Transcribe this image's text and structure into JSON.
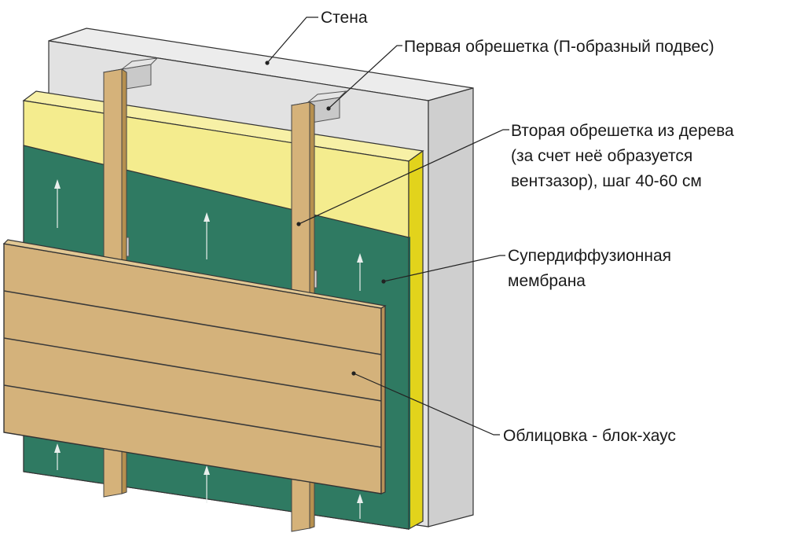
{
  "diagram": {
    "labels": {
      "wall": "Стена",
      "first_battens": "Первая обрешетка (П-образный подвес)",
      "second_battens_line1": "Вторая обрешетка из дерева",
      "second_battens_line2": "(за счет неё образуется",
      "second_battens_line3": "вентзазор), шаг 40-60 см",
      "membrane_line1": "Супердиффузионная",
      "membrane_line2": "мембрана",
      "cladding": "Облицовка - блок-хаус"
    },
    "colors": {
      "wall_face": "#e2e2e2",
      "wall_top": "#ececec",
      "wall_side": "#cfcfcf",
      "insulation_face": "#f4ec8e",
      "insulation_side": "#e2d31c",
      "membrane": "#2f7a62",
      "batten": "#d5b27a",
      "batten_side": "#b6904f",
      "bracket": "#c9c9c9",
      "cladding": "#d4b27b",
      "cladding_edge": "#b89158"
    }
  }
}
